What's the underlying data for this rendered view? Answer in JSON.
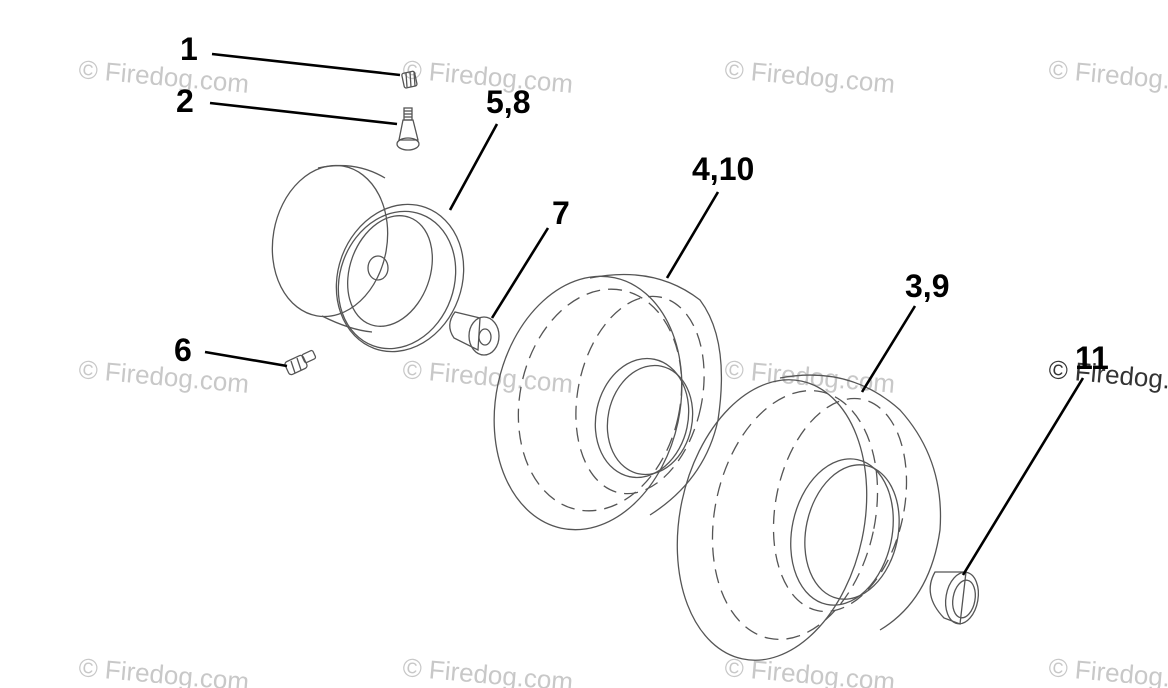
{
  "watermark": "© Firedog.com",
  "callouts": {
    "valve_cap": "1",
    "valve_stem": "2",
    "rim_assembly": "5,8",
    "grease_fitting": "6",
    "bushing": "7",
    "tire_front": "4,10",
    "tire_rear": "3,9",
    "hub_cap": "11"
  },
  "colors": {
    "label": "#000000",
    "line_art": "#555555",
    "watermark": "#c8c8c8",
    "background": "#ffffff"
  }
}
